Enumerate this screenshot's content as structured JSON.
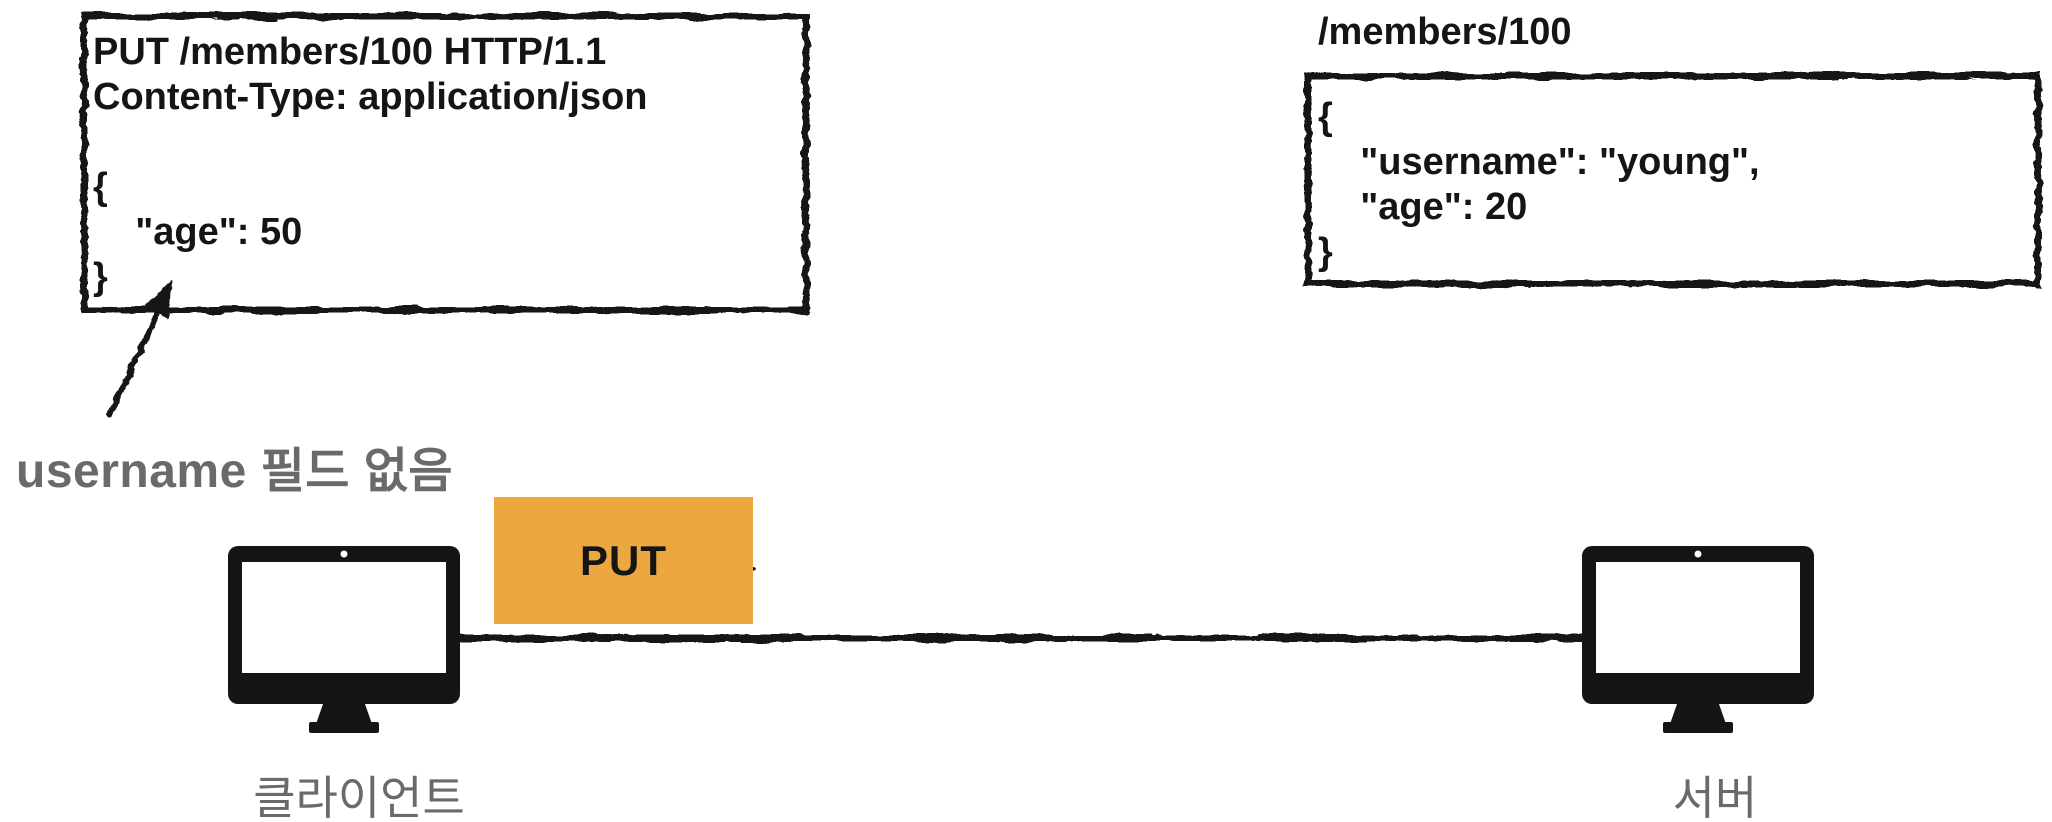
{
  "colors": {
    "ink": "#151515",
    "method_box": "#ECA83F",
    "label_gray": "#6A6A6A"
  },
  "request_box": {
    "code": [
      "PUT /members/100 HTTP/1.1",
      "Content-Type: application/json",
      "",
      "{",
      "    \"age\": 50",
      "}"
    ]
  },
  "annotation": {
    "text": "username 필드 없음"
  },
  "flow": {
    "method_label": "PUT"
  },
  "client": {
    "label": "클라이언트"
  },
  "server": {
    "label": "서버"
  },
  "resource": {
    "path": "/members/100",
    "code": [
      "{",
      "    \"username\": \"young\",",
      "    \"age\": 20",
      "}"
    ]
  }
}
